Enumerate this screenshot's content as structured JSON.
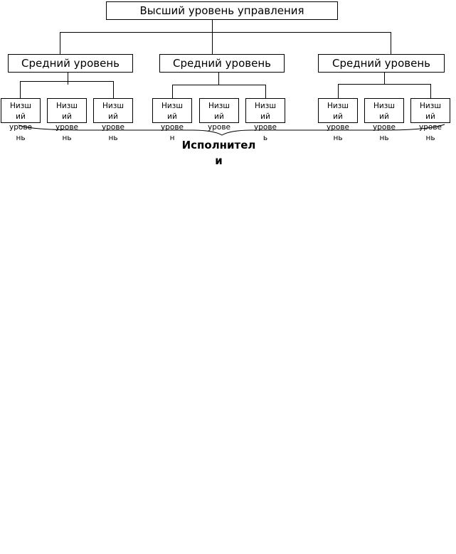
{
  "top_level": {
    "label": "Высший уровень управления"
  },
  "middle_levels": [
    {
      "label": "Средний уровень"
    },
    {
      "label": "Средний уровень"
    },
    {
      "label": "Средний уровень"
    }
  ],
  "lower_levels": [
    {
      "line1": "Низш",
      "line2": "ий",
      "line3": "урове",
      "line4": "нь"
    },
    {
      "line1": "Низш",
      "line2": "ий",
      "line3": "урове",
      "line4": "нь"
    },
    {
      "line1": "Низш",
      "line2": "ий",
      "line3": "урове",
      "line4": "нь"
    },
    {
      "line1": "Низш",
      "line2": "ий",
      "line3": "урове",
      "line4": "н"
    },
    {
      "line1": "Низш",
      "line2": "ий",
      "line3": "урове",
      "line4": ""
    },
    {
      "line1": "Низш",
      "line2": "ий",
      "line3": "урове",
      "line4": "ь"
    },
    {
      "line1": "Низш",
      "line2": "ий",
      "line3": "урове",
      "line4": "нь"
    },
    {
      "line1": "Низш",
      "line2": "ий",
      "line3": "урове",
      "line4": "нь"
    },
    {
      "line1": "Низш",
      "line2": "ий",
      "line3": "урове",
      "line4": "нь"
    }
  ],
  "performers": {
    "line1": "Исполнител",
    "line2": "и"
  },
  "colors": {
    "line": "#000000",
    "background": "#ffffff"
  }
}
